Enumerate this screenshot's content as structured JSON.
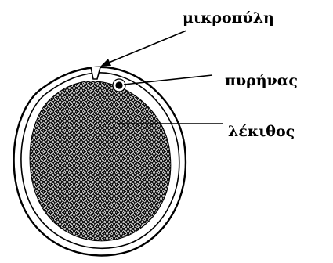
{
  "diagram": {
    "labels": {
      "micropyle": "μικροπύλη",
      "nucleus": "πυρήνας",
      "yolk": "λέκιθος"
    },
    "colors": {
      "ink": "#000000",
      "background": "#ffffff"
    }
  }
}
